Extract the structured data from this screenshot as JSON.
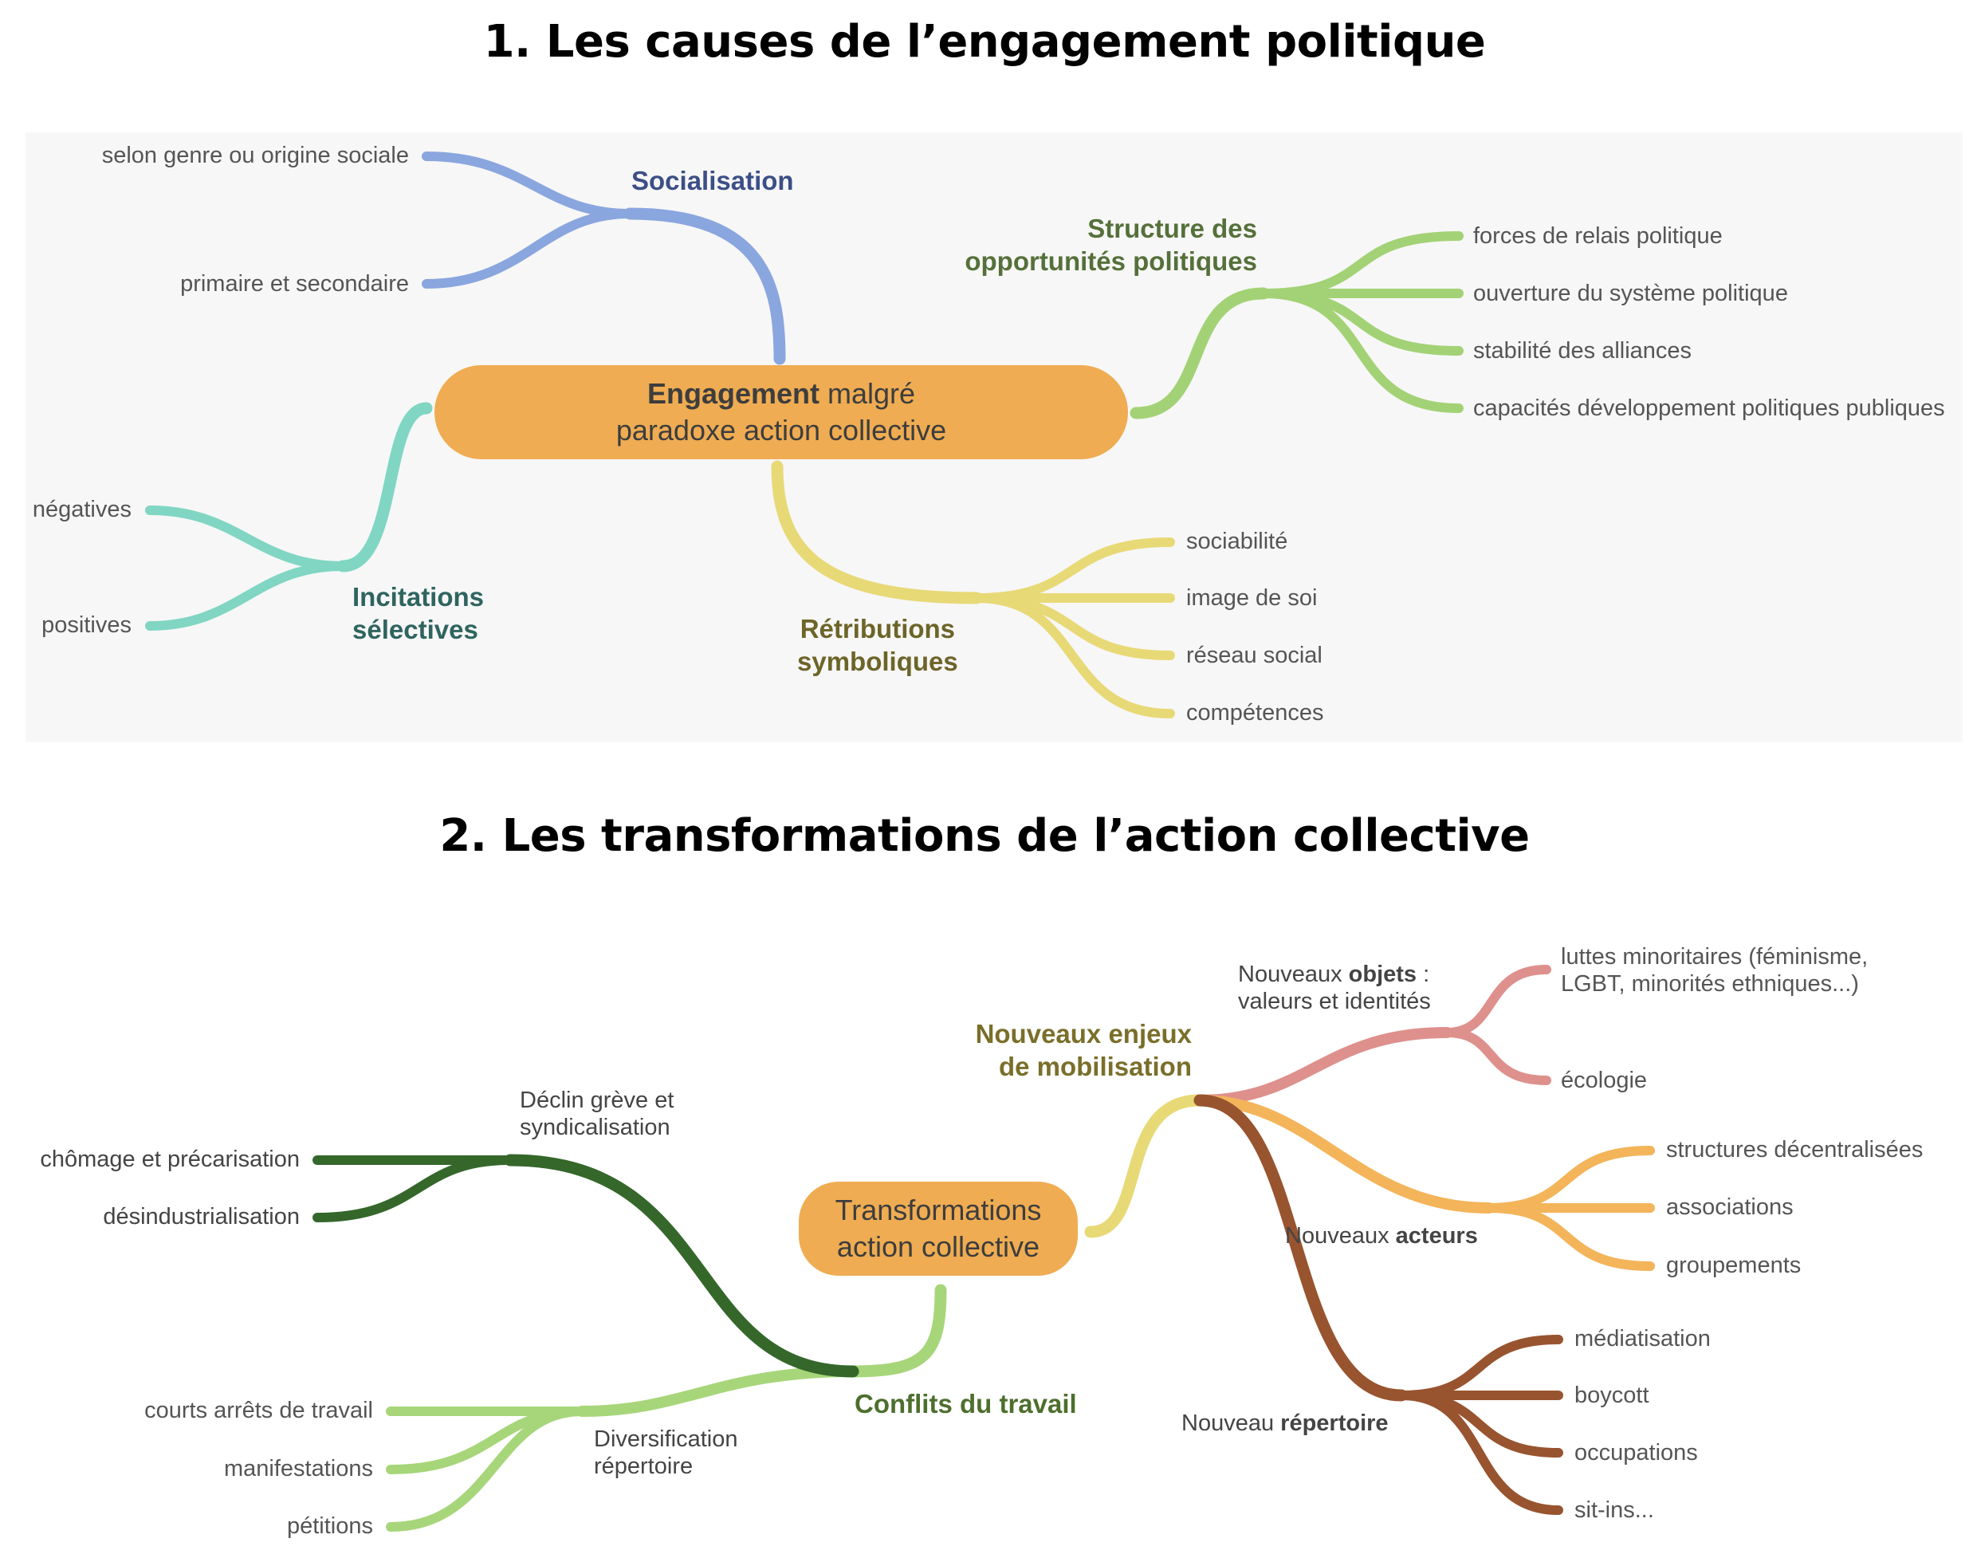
{
  "section1": {
    "title": "1. Les causes de l’engagement politique",
    "central": {
      "bold": "Engagement",
      "rest": " malgré",
      "line2": "paradoxe action collective"
    },
    "socialisation": {
      "label": "Socialisation",
      "items": [
        "selon genre ou origine sociale",
        "primaire et secondaire"
      ]
    },
    "structure": {
      "line1": "Structure des",
      "line2": "opportunités politiques",
      "items": [
        "forces de relais politique",
        "ouverture du système politique",
        "stabilité des alliances",
        "capacités développement politiques publiques"
      ]
    },
    "incitations": {
      "line1": "Incitations",
      "line2": "sélectives",
      "items": [
        "négatives",
        "positives"
      ]
    },
    "retributions": {
      "line1": "Rétributions",
      "line2": "symboliques",
      "items": [
        "sociabilité",
        "image de soi",
        "réseau social",
        "compétences"
      ]
    }
  },
  "section2": {
    "title": "2. Les transformations de l’action collective",
    "central": {
      "line1": "Transformations",
      "line2": "action collective"
    },
    "conflits": {
      "label": "Conflits du travail",
      "declin": {
        "line1": "Déclin grève et",
        "line2": "syndicalisation",
        "items": [
          "chômage et précarisation",
          "désindustrialisation"
        ]
      },
      "diversification": {
        "line1": "Diversification",
        "line2": "répertoire",
        "items": [
          "courts arrêts de travail",
          "manifestations",
          "pétitions"
        ]
      }
    },
    "enjeux": {
      "line1": "Nouveaux enjeux",
      "line2": "de mobilisation",
      "objets": {
        "pre": "Nouveaux ",
        "bold": "objets",
        "post": " :",
        "line2": "valeurs et identités",
        "items": [
          "luttes minoritaires (féminisme,",
          "LGBT, minorités ethniques...)",
          "écologie"
        ]
      },
      "acteurs": {
        "pre": "Nouveaux ",
        "bold": "acteurs",
        "items": [
          "structures décentralisées",
          "associations",
          "groupements"
        ]
      },
      "repertoire": {
        "pre": "Nouveau ",
        "bold": "répertoire",
        "items": [
          "médiatisation",
          "boycott",
          "occupations",
          "sit-ins..."
        ]
      }
    }
  },
  "colors": {
    "blue": "#8aa6df",
    "green": "#a3d276",
    "teal": "#80d6c3",
    "yellow": "#e8d977",
    "orange": "#efac52",
    "darkgreen": "#35672b",
    "lightgreen": "#a7d67a",
    "pink": "#de908d",
    "lightorange": "#f3b45a",
    "brown": "#98542f"
  }
}
